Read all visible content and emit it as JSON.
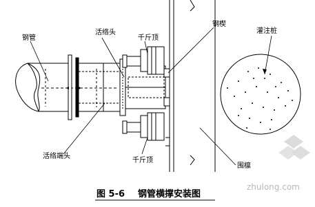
{
  "labels": {
    "steel_pipe": "钢管",
    "movable_head_top": "活络头",
    "jack_top": "千斤顶",
    "steel_wedge": "钢楔",
    "bored_pile": "灌注桩",
    "movable_end_head": "活络端头",
    "jack_bottom": "千斤顶",
    "purlin": "围檩"
  },
  "caption": {
    "number": "图 5-6",
    "title": "钢管横撑安装图"
  },
  "watermark": "zhulong.com"
}
